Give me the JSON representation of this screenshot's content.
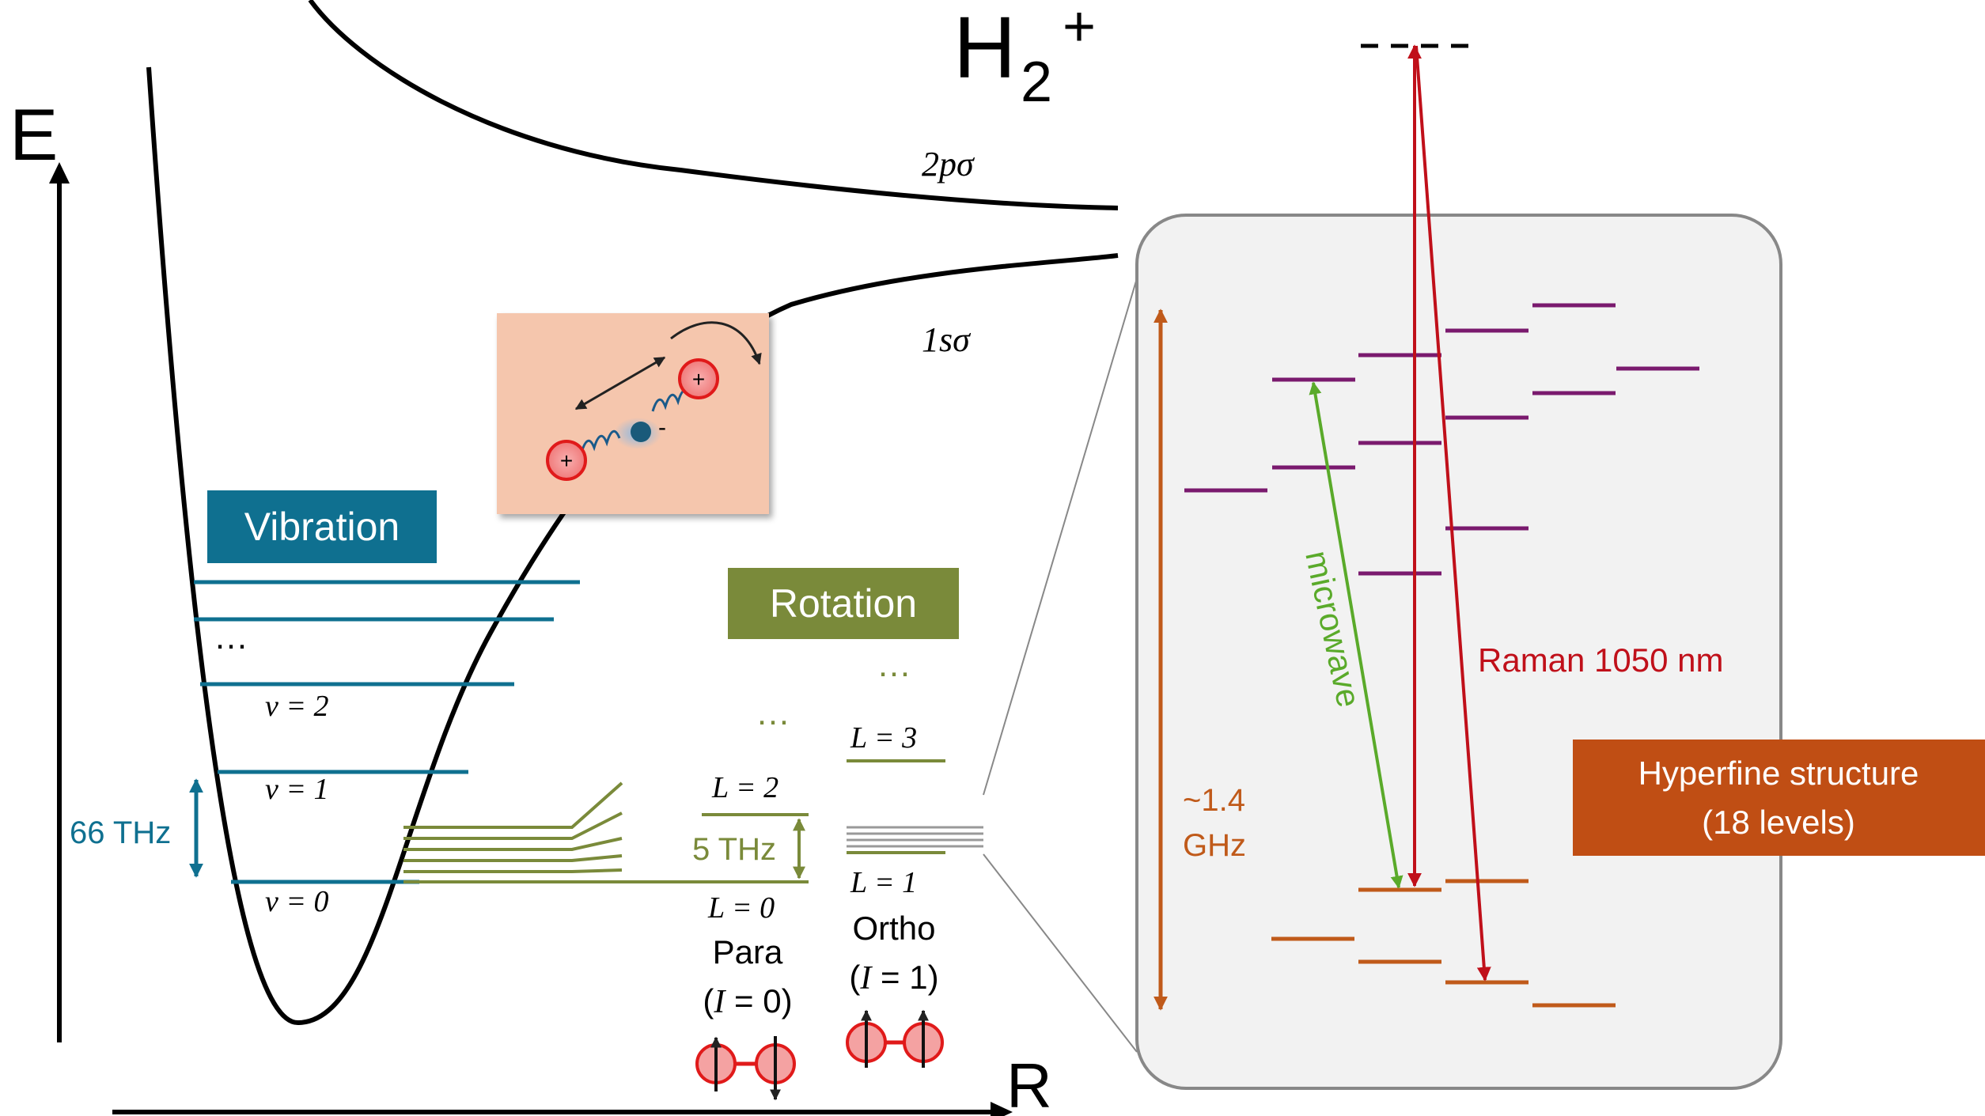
{
  "title": {
    "base": "H",
    "sub": "2",
    "sup": "+"
  },
  "axes": {
    "energy": "E",
    "distance": "R"
  },
  "curves": {
    "upper": "2pσ",
    "lower": "1sσ"
  },
  "vibration": {
    "label": "Vibration",
    "ellipsis": "…",
    "levels": [
      "ν = 2",
      "ν = 1",
      "ν = 0"
    ],
    "spacing": "66 THz",
    "color": "#0f7090"
  },
  "rotation": {
    "label": "Rotation",
    "ellipsis_para": "…",
    "ellipsis_ortho": "…",
    "spacing": "5 THz",
    "color": "#7a8a3a",
    "para": {
      "levels": [
        "L = 2",
        "L = 0"
      ],
      "name": "Para",
      "spin_prefix": "(",
      "spin_symbol": "I",
      "spin_suffix": " = 0)"
    },
    "ortho": {
      "levels": [
        "L = 3",
        "L = 1"
      ],
      "name": "Ortho",
      "spin_prefix": "(",
      "spin_symbol": "I",
      "spin_suffix": " = 1)"
    }
  },
  "molecule_inset": {
    "proton_charge": "+",
    "electron_charge": "-",
    "background": "#f5c6ad"
  },
  "hyperfine": {
    "label_line1": "Hyperfine structure",
    "label_line2": "(18 levels)",
    "splitting_line1": "~1.4",
    "splitting_line2": "GHz",
    "microwave": "microwave",
    "raman": "Raman 1050 nm",
    "upper_color": "#7a1a6e",
    "lower_color": "#c05a1a",
    "label_bg": "#c04e14"
  },
  "colors": {
    "raman": "#c0101a",
    "microwave": "#5aaa2a",
    "panel_bg": "#f2f2f2"
  }
}
